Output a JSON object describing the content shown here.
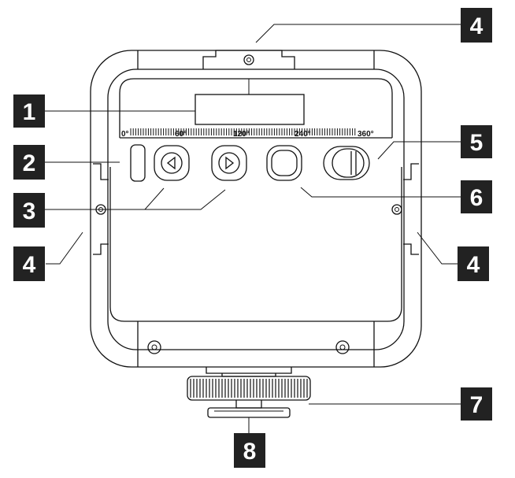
{
  "callouts": [
    {
      "id": "c1",
      "label": "1"
    },
    {
      "id": "c2",
      "label": "2"
    },
    {
      "id": "c3",
      "label": "3"
    },
    {
      "id": "c4a",
      "label": "4"
    },
    {
      "id": "c4b",
      "label": "4"
    },
    {
      "id": "c4c",
      "label": "4"
    },
    {
      "id": "c5",
      "label": "5"
    },
    {
      "id": "c6",
      "label": "6"
    },
    {
      "id": "c7",
      "label": "7"
    },
    {
      "id": "c8",
      "label": "8"
    }
  ],
  "scale": {
    "labels": [
      "0°",
      "60°",
      "120°",
      "240°",
      "360°"
    ]
  },
  "colors": {
    "ink": "#111111",
    "callout_fill": "#222222",
    "callout_text": "#ffffff"
  }
}
